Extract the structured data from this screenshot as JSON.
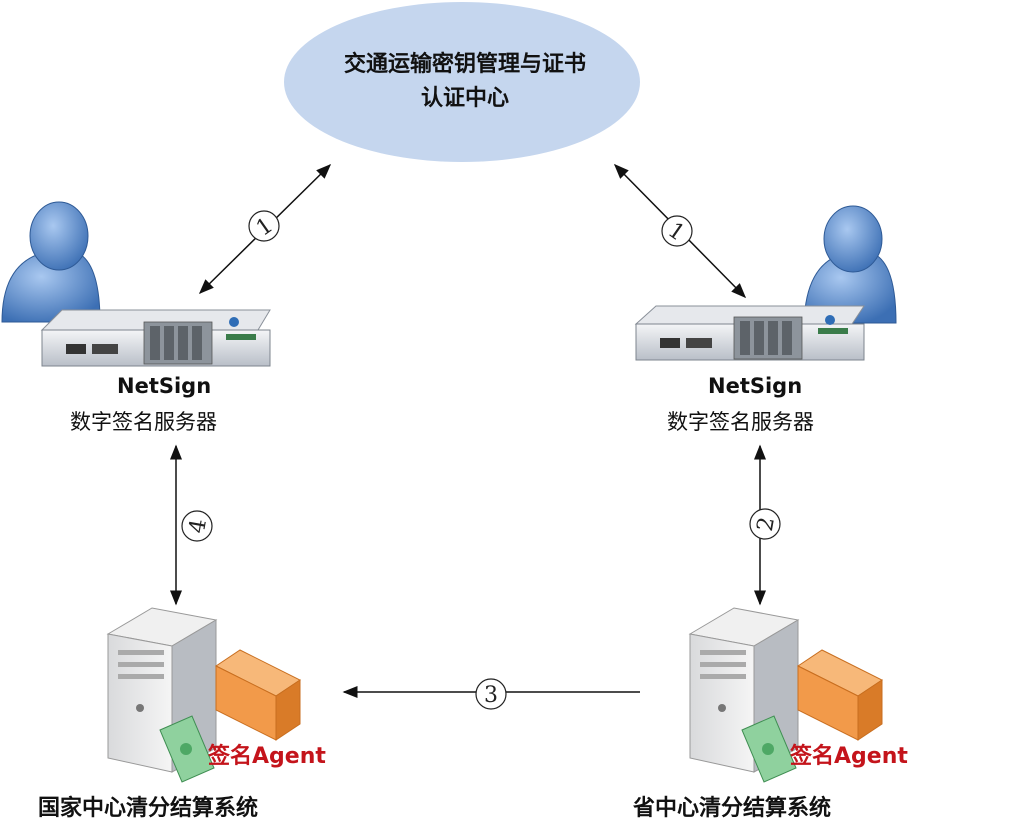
{
  "ca": {
    "line1": "交通运输密钥管理与证书",
    "line2": "认证中心"
  },
  "left_server": {
    "name": "NetSign",
    "subtitle": "数字签名服务器"
  },
  "right_server": {
    "name": "NetSign",
    "subtitle": "数字签名服务器"
  },
  "left_system": {
    "agent": "签名Agent",
    "label": "国家中心清分结算系统"
  },
  "right_system": {
    "agent": "签名Agent",
    "label": "省中心清分结算系统"
  },
  "steps": {
    "left_top": "1",
    "right_top": "1",
    "right_mid": "2",
    "bottom": "3",
    "left_mid": "4"
  },
  "colors": {
    "ellipse_fill": "#c5d6ee",
    "user_fill": "#5b8fd0",
    "agent_text": "#c4141b",
    "box_fill": "#f29a4a",
    "ticket_fill": "#8fd19e"
  }
}
